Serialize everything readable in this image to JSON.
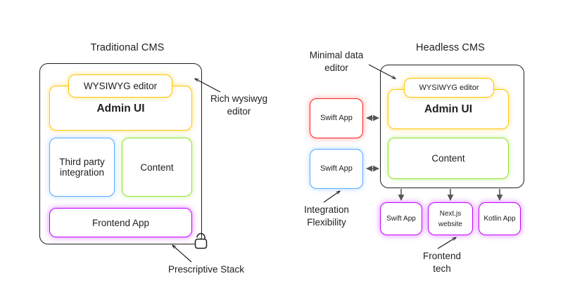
{
  "diagram": {
    "type": "comparison-diagram",
    "background": "#ffffff",
    "panels": [
      {
        "id": "traditional",
        "title": "Traditional CMS",
        "outer_border_color": "#1f1f1f",
        "blocks": [
          {
            "id": "wysiwyg",
            "label": "WYSIWYG editor",
            "color": "#ffc400"
          },
          {
            "id": "admin-ui",
            "label": "Admin UI",
            "color": "#ffc400"
          },
          {
            "id": "third-party",
            "label": "Third party integration",
            "color": "#5aaaff"
          },
          {
            "id": "content",
            "label": "Content",
            "color": "#8ce228"
          },
          {
            "id": "frontend-app",
            "label": "Frontend App",
            "color": "#c400ff"
          }
        ],
        "icons": [
          {
            "id": "lock",
            "name": "lock-icon"
          }
        ],
        "callouts": [
          {
            "id": "rich-wysiwyg",
            "text": "Rich wysiwyg editor"
          },
          {
            "id": "prescriptive-stack",
            "text": "Prescriptive Stack"
          }
        ]
      },
      {
        "id": "headless",
        "title": "Headless CMS",
        "outer_border_color": "#1f1f1f",
        "blocks": [
          {
            "id": "wysiwyg",
            "label": "WYSIWYG editor",
            "color": "#ffc400"
          },
          {
            "id": "admin-ui",
            "label": "Admin UI",
            "color": "#ffc400"
          },
          {
            "id": "content",
            "label": "Content",
            "color": "#8ce228"
          }
        ],
        "clients": [
          {
            "id": "swift-app-red",
            "label": "Swift App",
            "color": "#ff2020"
          },
          {
            "id": "swift-app-blue",
            "label": "Swift App",
            "color": "#5aaaff"
          }
        ],
        "frontends": [
          {
            "id": "swift-app",
            "label": "Swift App",
            "color": "#c400ff"
          },
          {
            "id": "nextjs-website",
            "label": "Next.js website",
            "color": "#c400ff"
          },
          {
            "id": "kotlin-app",
            "label": "Kotlin App",
            "color": "#c400ff"
          }
        ],
        "callouts": [
          {
            "id": "minimal-data-editor",
            "text": "Minimal data editor"
          },
          {
            "id": "integration-flexibility",
            "text": "Integration Flexibility"
          },
          {
            "id": "frontend-tech",
            "text": "Frontend tech"
          }
        ]
      }
    ],
    "colors": {
      "yellow": "#ffc400",
      "blue": "#5aaaff",
      "green": "#8ce228",
      "purple": "#c400ff",
      "red": "#ff2020",
      "arrow": "#555555",
      "outline": "#1f1f1f",
      "text": "#202124"
    }
  },
  "labels": {
    "traditional_title": "Traditional CMS",
    "headless_title": "Headless CMS",
    "wysiwyg_left": "WYSIWYG editor",
    "admin_ui_left": "Admin UI",
    "third_party": "Third party integration",
    "content_left": "Content",
    "frontend_app": "Frontend App",
    "rich_wysiwyg_line1": "Rich wysiwyg",
    "rich_wysiwyg_line2": "editor",
    "prescriptive_stack": "Prescriptive Stack",
    "minimal_data_line1": "Minimal data",
    "minimal_data_line2": "editor",
    "wysiwyg_right": "WYSIWYG editor",
    "admin_ui_right": "Admin UI",
    "content_right": "Content",
    "swift_app_red": "Swift App",
    "swift_app_blue": "Swift App",
    "integration_line1": "Integration",
    "integration_line2": "Flexibility",
    "frontend_swift": "Swift App",
    "frontend_nextjs": "Next.js website",
    "frontend_kotlin": "Kotlin App",
    "frontend_tech_line1": "Frontend",
    "frontend_tech_line2": "tech"
  }
}
